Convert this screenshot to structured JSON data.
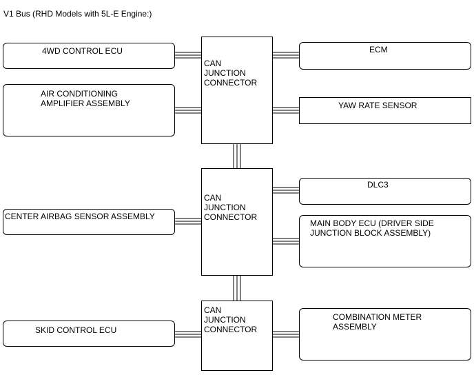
{
  "title": "V1 Bus (RHD Models with 5L-E Engine:)",
  "junction_connectors": [
    {
      "label": "CAN\nJUNCTION\nCONNECTOR"
    },
    {
      "label": "CAN\nJUNCTION\nCONNECTOR"
    },
    {
      "label": "CAN\nJUNCTION\nCONNECTOR"
    }
  ],
  "ecus": [
    {
      "label": "4WD CONTROL ECU"
    },
    {
      "label": "AIR CONDITIONING\nAMPLIFIER ASSEMBLY"
    },
    {
      "label": "CENTER AIRBAG SENSOR ASSEMBLY"
    },
    {
      "label": "SKID CONTROL ECU"
    },
    {
      "label": "ECM"
    },
    {
      "label": "YAW RATE SENSOR"
    },
    {
      "label": "DLC3"
    },
    {
      "label": "MAIN BODY ECU (DRIVER SIDE\nJUNCTION BLOCK ASSEMBLY)"
    },
    {
      "label": "COMBINATION METER\nASSEMBLY"
    }
  ]
}
